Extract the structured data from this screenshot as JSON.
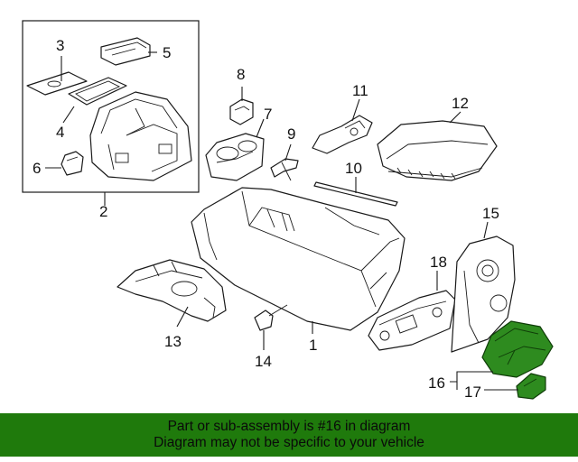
{
  "callouts": {
    "c1": "1",
    "c2": "2",
    "c3": "3",
    "c4": "4",
    "c5": "5",
    "c6": "6",
    "c7": "7",
    "c8": "8",
    "c9": "9",
    "c10": "10",
    "c11": "11",
    "c12": "12",
    "c13": "13",
    "c14": "14",
    "c15": "15",
    "c16": "16",
    "c17": "17",
    "c18": "18"
  },
  "highlight_color": "#2e8b1f",
  "banner_color": "#1f7a0c",
  "footer": {
    "line1": "Part or sub-assembly is #16 in diagram",
    "line2": "Diagram may not be specific to your vehicle"
  }
}
